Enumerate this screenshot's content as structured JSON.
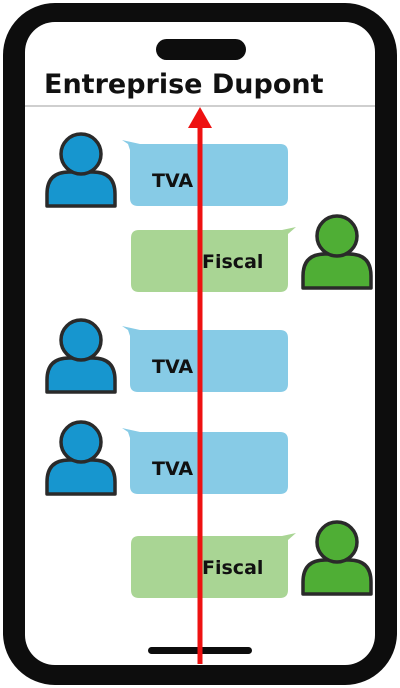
{
  "header": {
    "title": "Entreprise Dupont"
  },
  "messages": [
    {
      "side": "left",
      "label": "TVA",
      "kind": "blue"
    },
    {
      "side": "right",
      "label": "Fiscal",
      "kind": "green"
    },
    {
      "side": "left",
      "label": "TVA",
      "kind": "blue"
    },
    {
      "side": "left",
      "label": "TVA",
      "kind": "blue"
    },
    {
      "side": "right",
      "label": "Fiscal",
      "kind": "green"
    }
  ],
  "icons": {
    "avatar": "user-avatar-icon",
    "arrow": "up-arrow-icon"
  },
  "colors": {
    "phone_frame": "#0d0d0d",
    "screen": "#ffffff",
    "blue_bubble": "#87cbe6",
    "green_bubble": "#a9d594",
    "blue_avatar": "#1796cf",
    "green_avatar": "#4fae35",
    "avatar_stroke": "#2a2a2a",
    "arrow": "#ee1111",
    "divider": "#cfcfcf",
    "text": "#111111"
  }
}
